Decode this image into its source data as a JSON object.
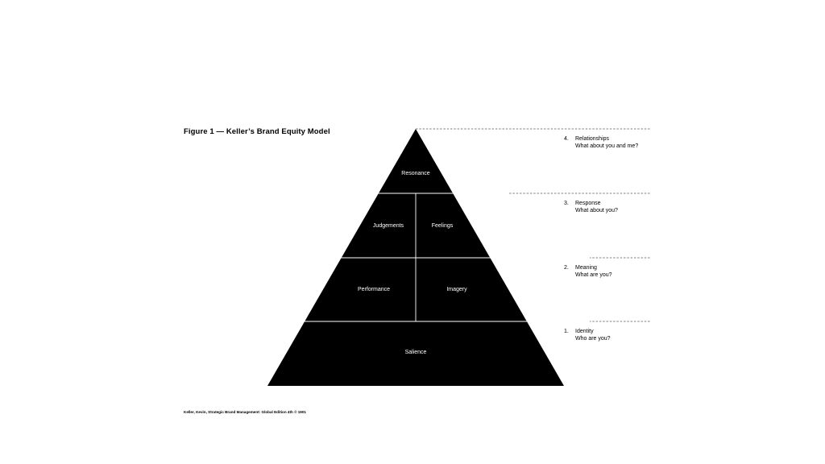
{
  "figure": {
    "title": "Figure 1 — Keller’s Brand Equity Model",
    "caption": "Keller, Kevin, Strategic Brand Management: Global Edition 4th © 1901"
  },
  "pyramid": {
    "tier_1": {
      "label": "Salience"
    },
    "tier_2": {
      "left": "Performance",
      "right": "Imagery"
    },
    "tier_3": {
      "left": "Judgements",
      "right": "Feelings"
    },
    "tier_4": {
      "label": "Resonance"
    }
  },
  "levels": [
    {
      "number": "4.",
      "title": "Relationships",
      "question": "What about you and me?"
    },
    {
      "number": "3.",
      "title": "Response",
      "question": "What about you?"
    },
    {
      "number": "2.",
      "title": "Meaning",
      "question": "What are you?"
    },
    {
      "number": "1.",
      "title": "Identity",
      "question": "Who are you?"
    }
  ],
  "colors": {
    "pyramid_fill": "#000000",
    "divider": "#ffffff",
    "guide_line": "#555555"
  }
}
